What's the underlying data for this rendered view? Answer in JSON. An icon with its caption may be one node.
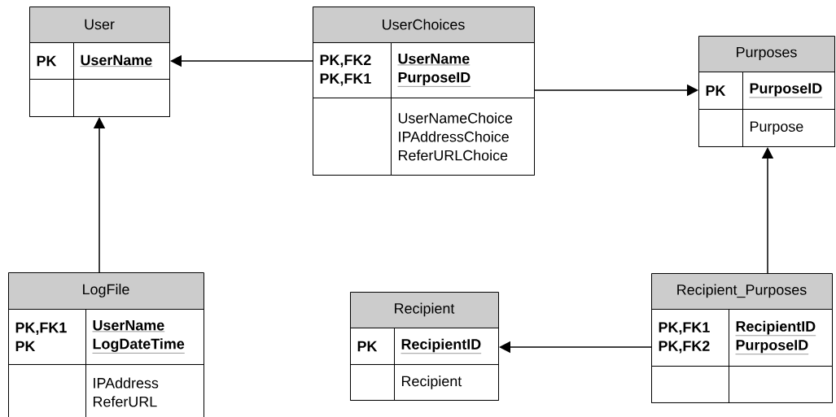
{
  "diagram": {
    "nodes": [
      {
        "text": [
          "User"
        ]
      },
      {
        "text": [
          "PK"
        ],
        "in": 0
      },
      {
        "text": [
          "UserName"
        ],
        "in": 0
      },
      {
        "text": [],
        "shape": "box",
        "in": 0
      },
      {
        "text": [],
        "shape": "box",
        "in": 0
      },
      {
        "text": [
          "UserChoices"
        ]
      },
      {
        "text": [
          "PK,FK2",
          "PK,FK1"
        ],
        "in": 5
      },
      {
        "text": [
          "UserName",
          "PurposeID"
        ],
        "in": 5
      },
      {
        "text": [],
        "shape": "box",
        "in": 5
      },
      {
        "text": [
          "UserNameChoice",
          "IPAddressChoice",
          "ReferURLChoice"
        ],
        "in": 5
      },
      {
        "text": [
          "Purposes"
        ]
      },
      {
        "text": [
          "PK"
        ],
        "in": 10
      },
      {
        "text": [
          "PurposeID"
        ],
        "in": 10
      },
      {
        "text": [],
        "shape": "box",
        "in": 10
      },
      {
        "text": [
          "Purpose"
        ],
        "in": 10
      },
      {
        "text": [
          "LogFile"
        ]
      },
      {
        "text": [
          "PK,FK1",
          "PK"
        ],
        "in": 15
      },
      {
        "text": [
          "UserName",
          "LogDateTime"
        ],
        "in": 15
      },
      {
        "text": [],
        "shape": "box",
        "in": 15
      },
      {
        "text": [
          "IPAddress",
          "ReferURL"
        ],
        "in": 15
      },
      {
        "text": [
          "Recipient"
        ]
      },
      {
        "text": [
          "PK"
        ],
        "in": 20
      },
      {
        "text": [
          "RecipientID"
        ],
        "in": 20
      },
      {
        "text": [],
        "shape": "box",
        "in": 20
      },
      {
        "text": [
          "Recipient"
        ],
        "in": 20
      },
      {
        "text": [
          "Recipient_Purposes"
        ]
      },
      {
        "text": [
          "PK,FK1",
          "PK,FK2"
        ],
        "in": 25
      },
      {
        "text": [
          "RecipientID",
          "PurposeID"
        ],
        "in": 25
      },
      {
        "text": [],
        "shape": "box",
        "in": 25
      },
      {
        "text": [],
        "shape": "box",
        "in": 25
      }
    ],
    "edges": [
      {
        "from": 5,
        "to": 0,
        "arrow": "to"
      },
      {
        "from": 5,
        "to": 10,
        "arrow": "to"
      },
      {
        "from": 15,
        "to": 0,
        "arrow": "to"
      },
      {
        "from": 25,
        "to": 20,
        "arrow": "to"
      },
      {
        "from": 25,
        "to": 10,
        "arrow": "to"
      }
    ]
  }
}
